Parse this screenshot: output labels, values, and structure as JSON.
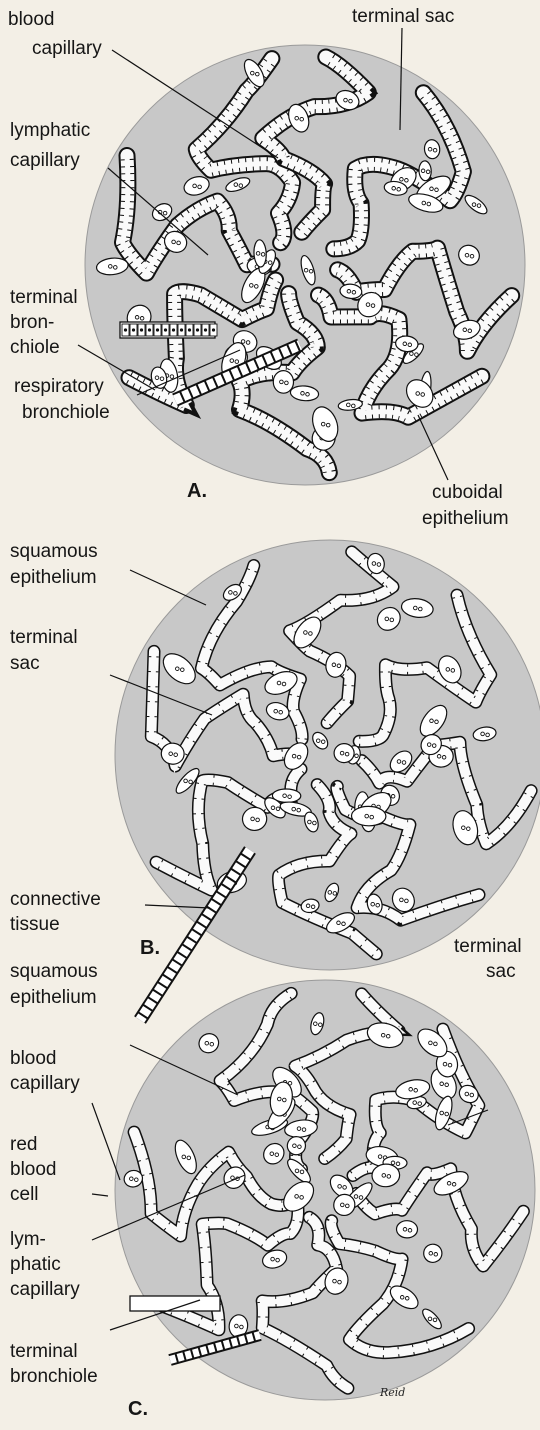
{
  "panels": [
    {
      "letter": "A.",
      "labels": {
        "blood_capillary_1": "blood",
        "blood_capillary_2": "capillary",
        "lymphatic_capillary_1": "lymphatic",
        "lymphatic_capillary_2": "capillary",
        "terminal_bronchiole_1": "terminal",
        "terminal_bronchiole_2": "bron-",
        "terminal_bronchiole_3": "chiole",
        "respiratory_bronchiole_1": "respiratory",
        "respiratory_bronchiole_2": "bronchiole",
        "terminal_sac": "terminal sac",
        "cuboidal_epithelium_1": "cuboidal",
        "cuboidal_epithelium_2": "epithelium"
      }
    },
    {
      "letter": "B.",
      "labels": {
        "squamous_epithelium_1": "squamous",
        "squamous_epithelium_2": "epithelium",
        "terminal_sac_1": "terminal",
        "terminal_sac_2": "sac",
        "connective_tissue_1": "connective",
        "connective_tissue_2": "tissue"
      }
    },
    {
      "letter": "C.",
      "labels": {
        "squamous_epithelium_1": "squamous",
        "squamous_epithelium_2": "epithelium",
        "terminal_sac_1": "terminal",
        "terminal_sac_2": "sac",
        "blood_capillary_1": "blood",
        "blood_capillary_2": "capillary",
        "red_blood_cell_1": "red",
        "red_blood_cell_2": "blood",
        "red_blood_cell_3": "cell",
        "lymphatic_capillary_1": "lym-",
        "lymphatic_capillary_2": "phatic",
        "lymphatic_capillary_3": "capillary",
        "terminal_bronchiole_1": "terminal",
        "terminal_bronchiole_2": "bronchiole"
      }
    }
  ],
  "signature": "Reid",
  "colors": {
    "tissue": "#c8c8c8",
    "paper": "#f3efe6",
    "ink": "#161616"
  }
}
